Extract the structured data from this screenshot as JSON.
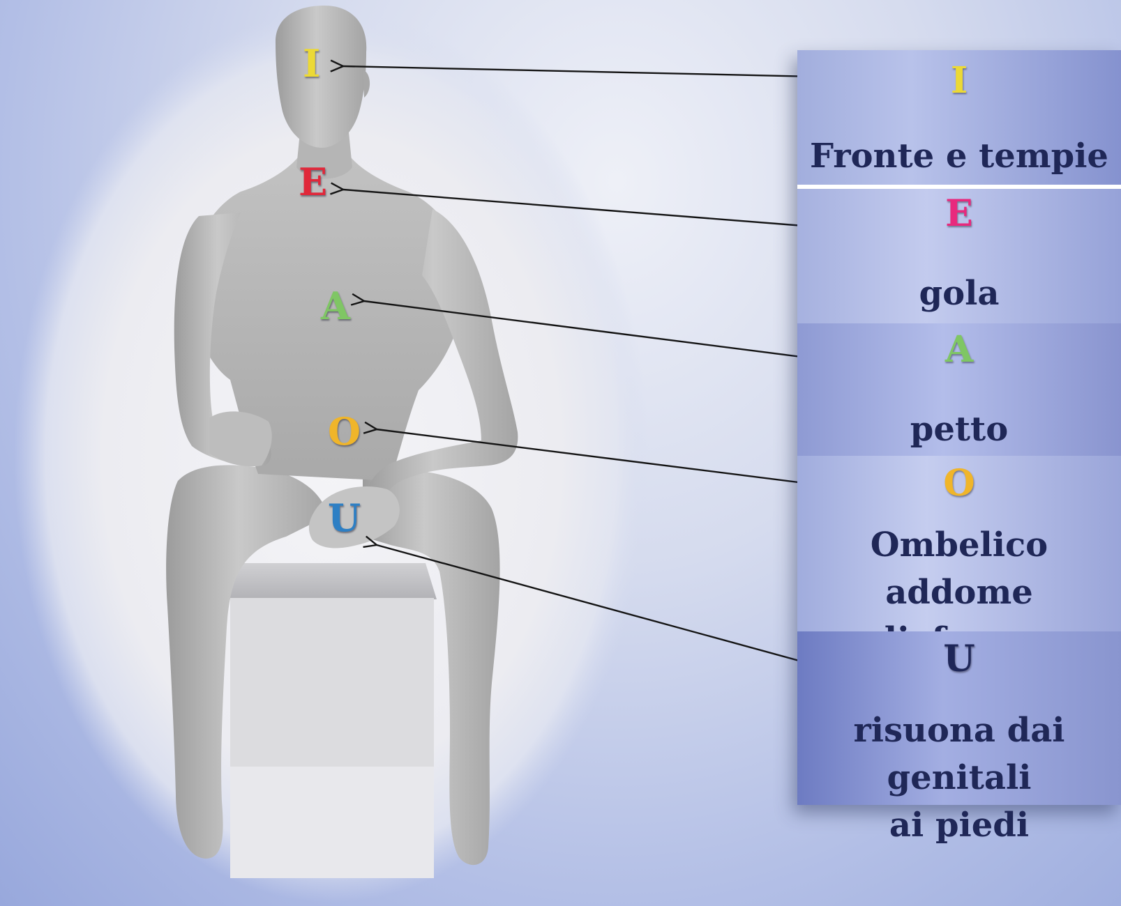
{
  "colors": {
    "I": "#ecd936",
    "E": "#e0283a",
    "A": "#7fc664",
    "O": "#f0b52a",
    "U": "#2d7fc4",
    "U_legend": "#1e2658",
    "E_legend": "#e8297d",
    "text": "#1f2757",
    "arrow": "#141414"
  },
  "figure": {
    "vowels": [
      "I",
      "E",
      "A",
      "O",
      "U"
    ]
  },
  "legend": {
    "items": [
      {
        "vowel": "I",
        "description": "Fronte e tempie"
      },
      {
        "vowel": "E",
        "description": "gola"
      },
      {
        "vowel": "A",
        "description": "petto"
      },
      {
        "vowel": "O",
        "description": "Ombelico addome\ne diaframma"
      },
      {
        "vowel": "U",
        "description": "risuona dai genitali\nai piedi"
      }
    ]
  }
}
